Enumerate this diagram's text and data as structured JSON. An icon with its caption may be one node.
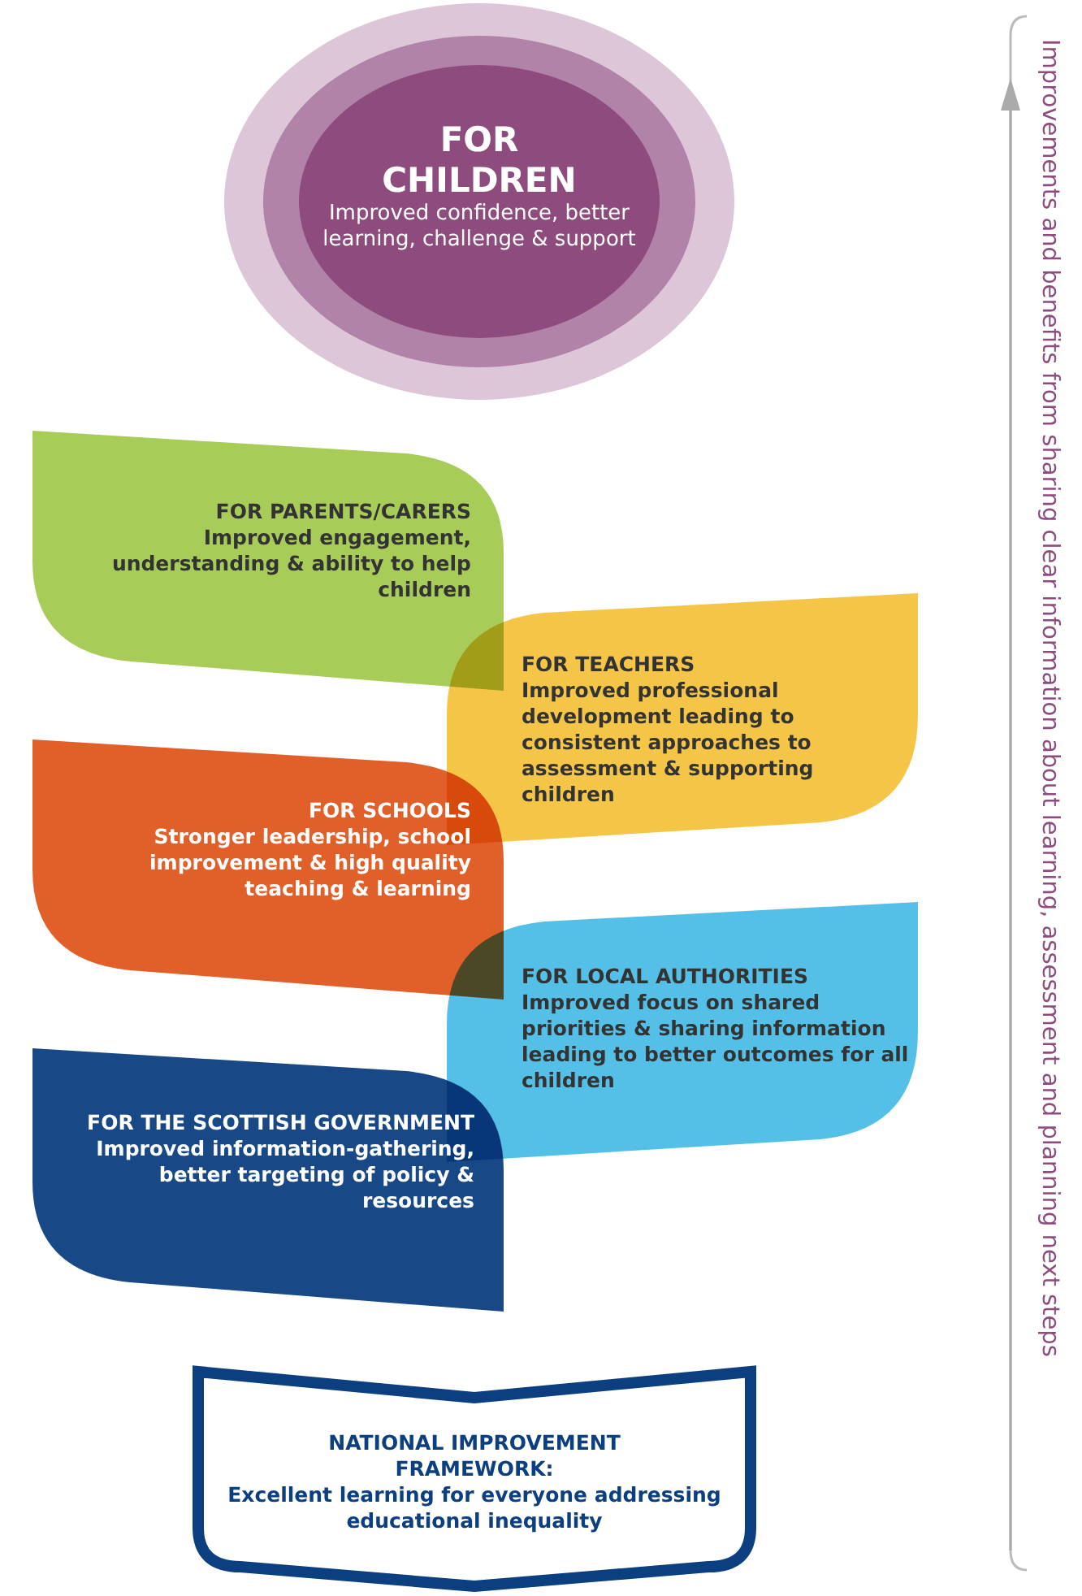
{
  "diagram": {
    "nodes": [
      {
        "text": [
          "FOR CHILDREN",
          "Improved confidence, better learning, challenge & support"
        ]
      },
      {
        "text": [
          "FOR PARENTS/CARERS",
          "Improved engagement, understanding & ability to help children"
        ]
      },
      {
        "text": [
          "FOR TEACHERS",
          "Improved professional development leading to consistent approaches to assessment & supporting children"
        ]
      },
      {
        "text": [
          "FOR SCHOOLS",
          "Stronger leadership, school improvement & high quality teaching & learning"
        ]
      },
      {
        "text": [
          "FOR LOCAL AUTHORITIES",
          "Improved focus on shared priorities & sharing information leading to better outcomes for all children"
        ]
      },
      {
        "text": [
          "FOR THE SCOTTISH GOVERNMENT",
          "Improved information-gathering, better targeting of policy & resources"
        ]
      },
      {
        "text": [
          "NATIONAL IMPROVEMENT FRAMEWORK:",
          "Excellent learning for everyone addressing educational inequality"
        ]
      }
    ],
    "labels": [
      "Improvements and benefits from sharing clear information about learning, assessment and planning next steps"
    ]
  }
}
